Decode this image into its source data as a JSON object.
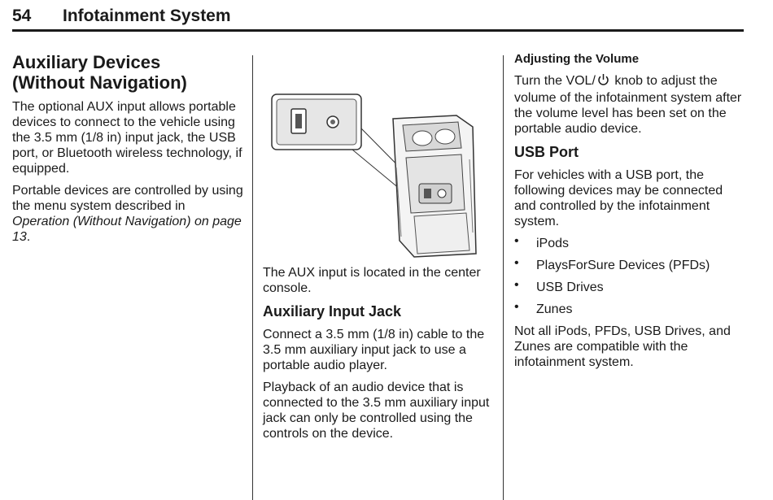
{
  "header": {
    "page_number": "54",
    "section": "Infotainment System"
  },
  "col1": {
    "title_line1": "Auxiliary Devices",
    "title_line2": "(Without Navigation)",
    "p1": "The optional AUX input allows portable devices to connect to the vehicle using the 3.5 mm (1/8 in) input jack, the USB port, or Bluetooth wireless technology, if equipped.",
    "p2_text": "Portable devices are controlled by using the menu system described in ",
    "p2_ref": "Operation (Without Navigation) on page 13",
    "p2_end": "."
  },
  "col2": {
    "caption": "The AUX input is located in the center console.",
    "heading": "Auxiliary Input Jack",
    "p1": "Connect a 3.5 mm (1/8 in) cable to the 3.5 mm auxiliary input jack to use a portable audio player.",
    "p2": "Playback of an audio device that is connected to the 3.5 mm auxiliary input jack can only be controlled using the controls on the device."
  },
  "col3": {
    "sub_heading": "Adjusting the Volume",
    "vol_before": "Turn the VOL/",
    "vol_after": " knob to adjust the volume of the infotainment system after the volume level has been set on the portable audio device.",
    "usb_heading": "USB Port",
    "usb_intro": "For vehicles with a USB port, the following devices may be connected and controlled by the infotainment system.",
    "bullet": "•",
    "devices": [
      "iPods",
      "PlaysForSure Devices (PFDs)",
      "USB Drives",
      "Zunes"
    ],
    "note": "Not all iPods, PFDs, USB Drives, and Zunes are compatible with the infotainment system."
  },
  "icons": {
    "power": "power-icon",
    "figure": "aux-usb-console-illustration"
  }
}
